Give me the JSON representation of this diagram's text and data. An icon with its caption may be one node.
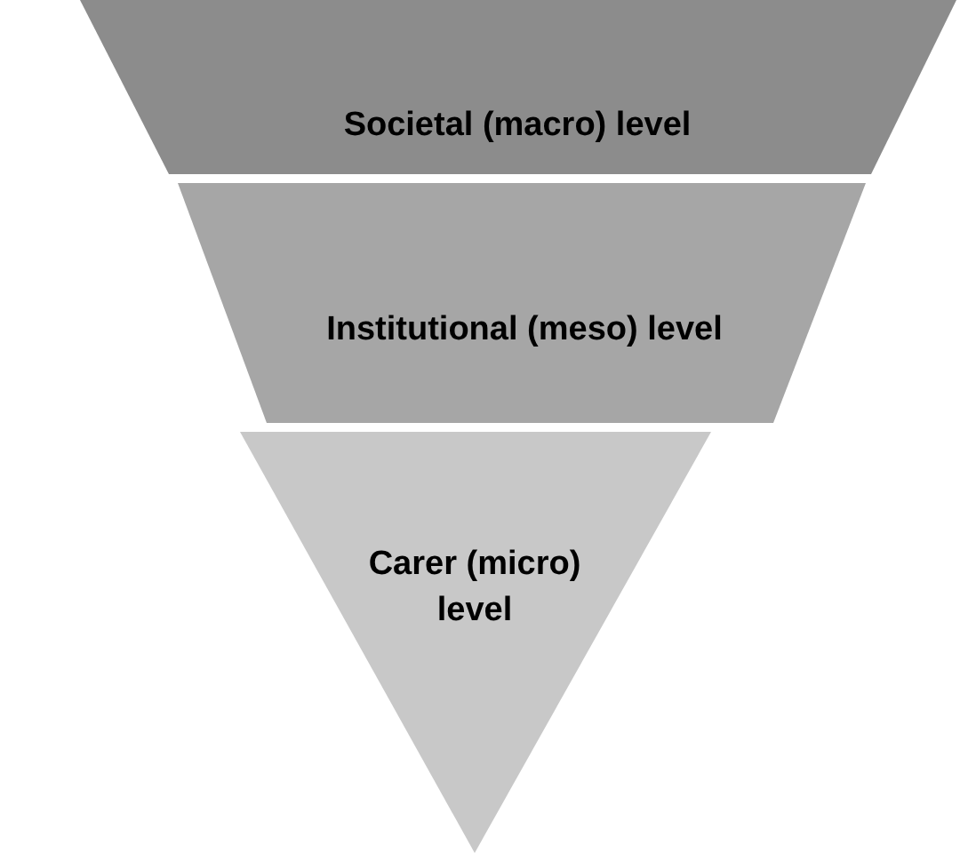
{
  "diagram": {
    "nodes": [
      {
        "text": [
          "Societal (macro) level"
        ]
      },
      {
        "text": [
          "Institutional (meso) level"
        ]
      },
      {
        "text": [
          "Carer (micro) level"
        ]
      }
    ]
  }
}
